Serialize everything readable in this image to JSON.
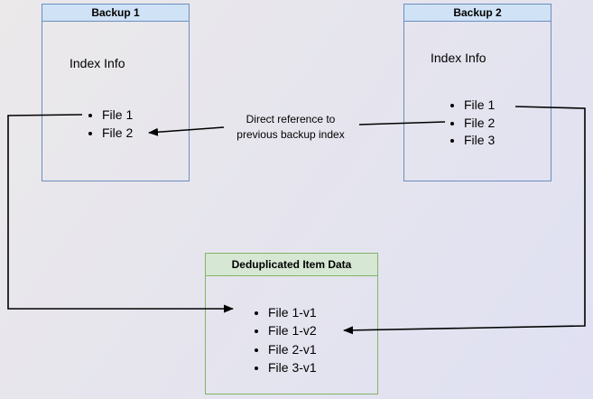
{
  "diagram": {
    "type": "backup-deduplication-diagram",
    "background_colors": [
      "#ebe9e9",
      "#dfe0f2"
    ],
    "colors": {
      "blue_header_fill": "#d0e2f6",
      "blue_border": "#6c8ebf",
      "green_header_fill": "#d6e8d4",
      "green_border": "#82b366",
      "connector": "#000000"
    }
  },
  "boxes": {
    "backup1": {
      "title": "Backup 1",
      "subtitle": "Index Info",
      "files": [
        "File 1",
        "File 2"
      ]
    },
    "backup2": {
      "title": "Backup 2",
      "subtitle": "Index Info",
      "files": [
        "File 1",
        "File 2",
        "File 3"
      ]
    },
    "dedup": {
      "title": "Deduplicated Item Data",
      "files": [
        "File 1-v1",
        "File 1-v2",
        "File 2-v1",
        "File 3-v1"
      ]
    }
  },
  "annotations": {
    "direct_reference": {
      "line1": "Direct reference to",
      "line2": "previous backup index"
    }
  },
  "edges": [
    {
      "from": "backup2.File 2",
      "to": "backup1.File 2",
      "label": "Direct reference to previous backup index"
    },
    {
      "from": "backup1.File 1",
      "to": "dedup.File 1-v1",
      "label": ""
    },
    {
      "from": "backup2.File 1",
      "to": "dedup.File 1-v2",
      "label": ""
    }
  ]
}
